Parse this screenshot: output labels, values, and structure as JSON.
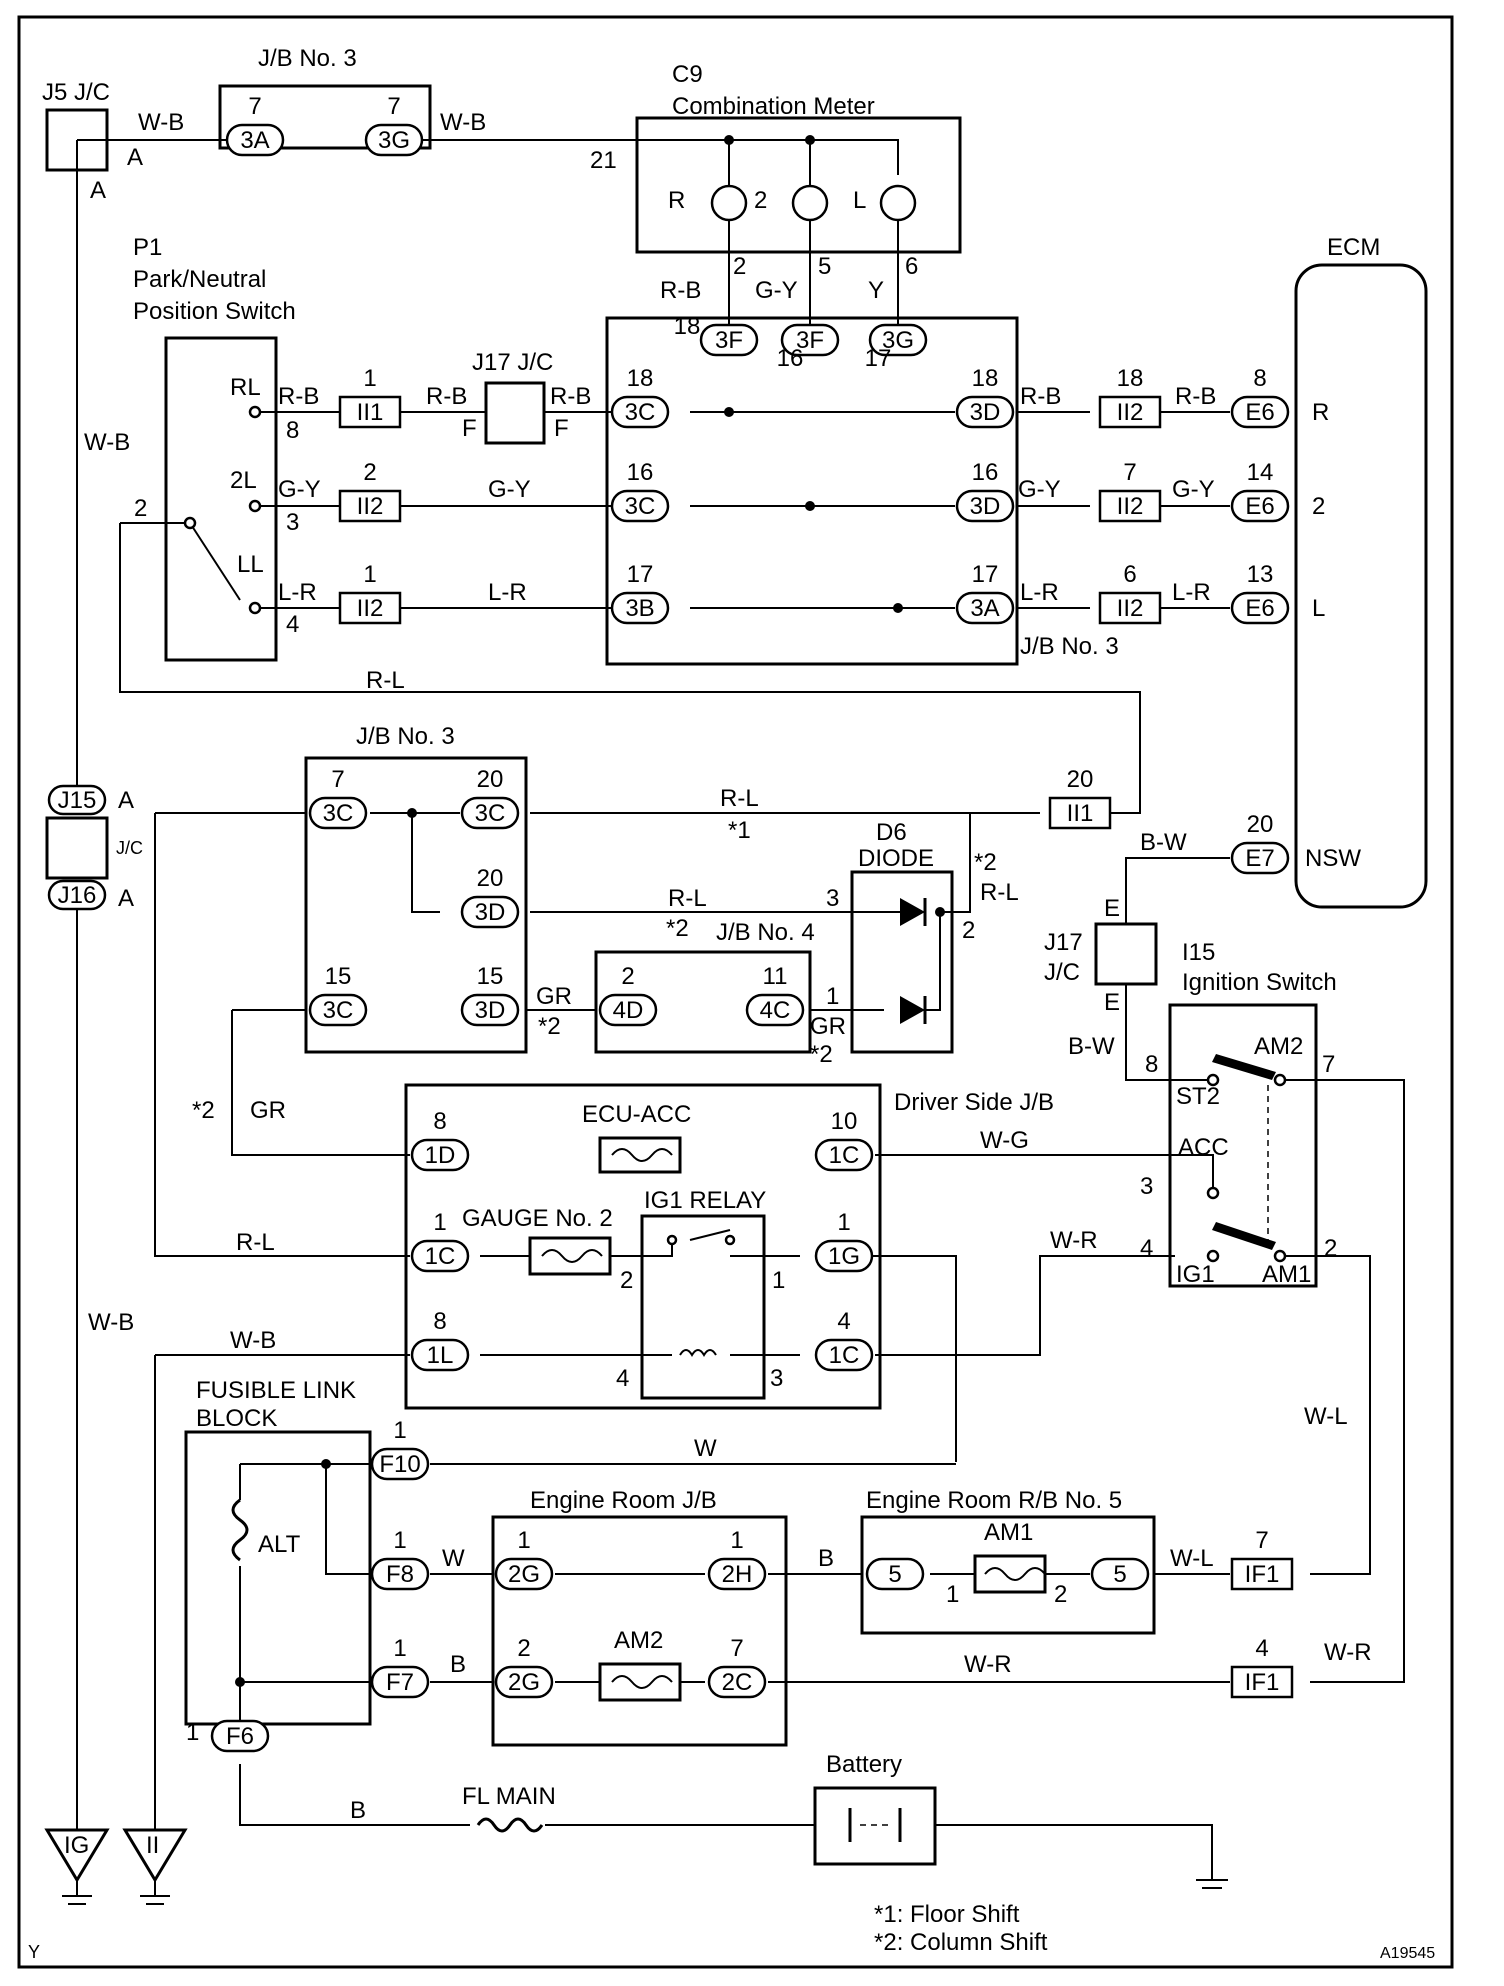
{
  "labels": {
    "j5_jc": "J5 J/C",
    "j5_a": "A",
    "jb3": "J/B No. 3",
    "c9": "C9",
    "combination_meter": "Combination Meter",
    "r": "R",
    "two": "2",
    "l": "L",
    "p1": "P1",
    "park_neutral": "Park/Neutral",
    "position_switch": "Position Switch",
    "rl_pin": "RL",
    "l2_pin": "2L",
    "ll_pin": "LL",
    "j17_jc": "J17 J/C",
    "j17": "J17",
    "jc": "J/C",
    "f": "F",
    "e": "E",
    "ecm": "ECM",
    "nsw": "NSW",
    "jb4": "J/B No. 4",
    "d6": "D6",
    "diode": "DIODE",
    "star1": "*1",
    "star2": "*2",
    "i15": "I15",
    "ignition_switch": "Ignition Switch",
    "am2": "AM2",
    "am1": "AM1",
    "st2": "ST2",
    "acc": "ACC",
    "ig1": "IG1",
    "driver_side_jb": "Driver Side J/B",
    "ecu_acc": "ECU-ACC",
    "gauge_no2": "GAUGE No. 2",
    "ig1_relay": "IG1 RELAY",
    "fusible_link": "FUSIBLE LINK",
    "block": "BLOCK",
    "alt": "ALT",
    "engine_room_jb": "Engine Room J/B",
    "engine_room_rb5": "Engine Room R/B No. 5",
    "am1_fuse": "AM1",
    "am2_fuse": "AM2",
    "fl_main": "FL MAIN",
    "battery": "Battery",
    "ground_ig": "IG",
    "ground_ii": "II",
    "note_floor": "*1: Floor Shift",
    "note_column": "*2: Column Shift",
    "corner_y": "Y",
    "figure_id": "A19545"
  },
  "wires": {
    "wb": "W-B",
    "rb": "R-B",
    "gy": "G-Y",
    "lr": "L-R",
    "y": "Y",
    "rl": "R-L",
    "gr": "GR",
    "bw": "B-W",
    "wg": "W-G",
    "wr": "W-R",
    "wl": "W-L",
    "w": "W",
    "b": "B"
  },
  "pins": {
    "p1": "1",
    "p2": "2",
    "p3": "3",
    "p4": "4",
    "p5": "5",
    "p6": "6",
    "p7": "7",
    "p8": "8",
    "p21": "21"
  },
  "connectors": [
    {
      "name": "3A",
      "pin": "7"
    },
    {
      "name": "3G",
      "pin": "7"
    },
    {
      "name": "3F",
      "pin": "18"
    },
    {
      "name": "3F",
      "pin": "16"
    },
    {
      "name": "3G",
      "pin": "17"
    },
    {
      "name": "3C",
      "pin": "18"
    },
    {
      "name": "3C",
      "pin": "16"
    },
    {
      "name": "3B",
      "pin": "17"
    },
    {
      "name": "3D",
      "pin": "18"
    },
    {
      "name": "3D",
      "pin": "16"
    },
    {
      "name": "3A",
      "pin": "17"
    },
    {
      "name": "II1",
      "pin": "1"
    },
    {
      "name": "II2",
      "pin": "2"
    },
    {
      "name": "II2",
      "pin": "1"
    },
    {
      "name": "II2",
      "pin": "18"
    },
    {
      "name": "II2",
      "pin": "7"
    },
    {
      "name": "II2",
      "pin": "6"
    },
    {
      "name": "E6",
      "pin": "8"
    },
    {
      "name": "E6",
      "pin": "14"
    },
    {
      "name": "E6",
      "pin": "13"
    },
    {
      "name": "E7",
      "pin": "20"
    },
    {
      "name": "II1",
      "pin": "20"
    },
    {
      "name": "J15",
      "pin": ""
    },
    {
      "name": "J16",
      "pin": ""
    },
    {
      "name": "3C",
      "pin": "7"
    },
    {
      "name": "3C",
      "pin": "20"
    },
    {
      "name": "3D",
      "pin": "20"
    },
    {
      "name": "3C",
      "pin": "15"
    },
    {
      "name": "3D",
      "pin": "15"
    },
    {
      "name": "4D",
      "pin": "2"
    },
    {
      "name": "4C",
      "pin": "11"
    },
    {
      "name": "1D",
      "pin": "8"
    },
    {
      "name": "1C",
      "pin": "10"
    },
    {
      "name": "1C",
      "pin": "1"
    },
    {
      "name": "1G",
      "pin": "1"
    },
    {
      "name": "1L",
      "pin": "8"
    },
    {
      "name": "1C",
      "pin": "4"
    },
    {
      "name": "F10",
      "pin": "1"
    },
    {
      "name": "F8",
      "pin": "1"
    },
    {
      "name": "F7",
      "pin": "1"
    },
    {
      "name": "F6",
      "pin": ""
    },
    {
      "name": "2G",
      "pin": "1"
    },
    {
      "name": "2H",
      "pin": "1"
    },
    {
      "name": "2G",
      "pin": "2"
    },
    {
      "name": "2C",
      "pin": "7"
    },
    {
      "name": "5",
      "pin": ""
    },
    {
      "name": "5",
      "pin": ""
    },
    {
      "name": "IF1",
      "pin": "7"
    },
    {
      "name": "IF1",
      "pin": "4"
    }
  ]
}
